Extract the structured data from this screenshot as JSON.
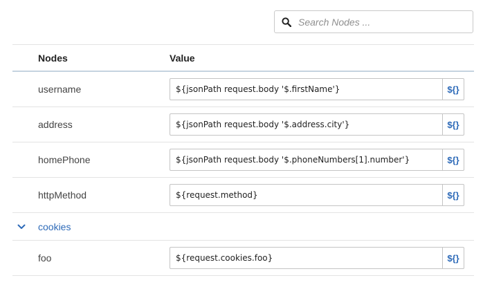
{
  "search": {
    "placeholder": "Search Nodes ..."
  },
  "table": {
    "headers": {
      "nodes": "Nodes",
      "value": "Value"
    },
    "rows": [
      {
        "node": "username",
        "value": "${jsonPath request.body '$.firstName'}",
        "button": "${}"
      },
      {
        "node": "address",
        "value": "${jsonPath request.body '$.address.city'}",
        "button": "${}"
      },
      {
        "node": "homePhone",
        "value": "${jsonPath request.body '$.phoneNumbers[1].number'}",
        "button": "${}"
      },
      {
        "node": "httpMethod",
        "value": "${request.method}",
        "button": "${}"
      }
    ],
    "group": {
      "label": "cookies",
      "rows": [
        {
          "node": "foo",
          "value": "${request.cookies.foo}",
          "button": "${}"
        }
      ]
    }
  },
  "colors": {
    "accent": "#2d6ab8",
    "border": "#c4c4c4",
    "header_underline": "#c5d3e0"
  },
  "icons": {
    "search": "search-icon",
    "group_toggle": "chevron-down-icon"
  }
}
